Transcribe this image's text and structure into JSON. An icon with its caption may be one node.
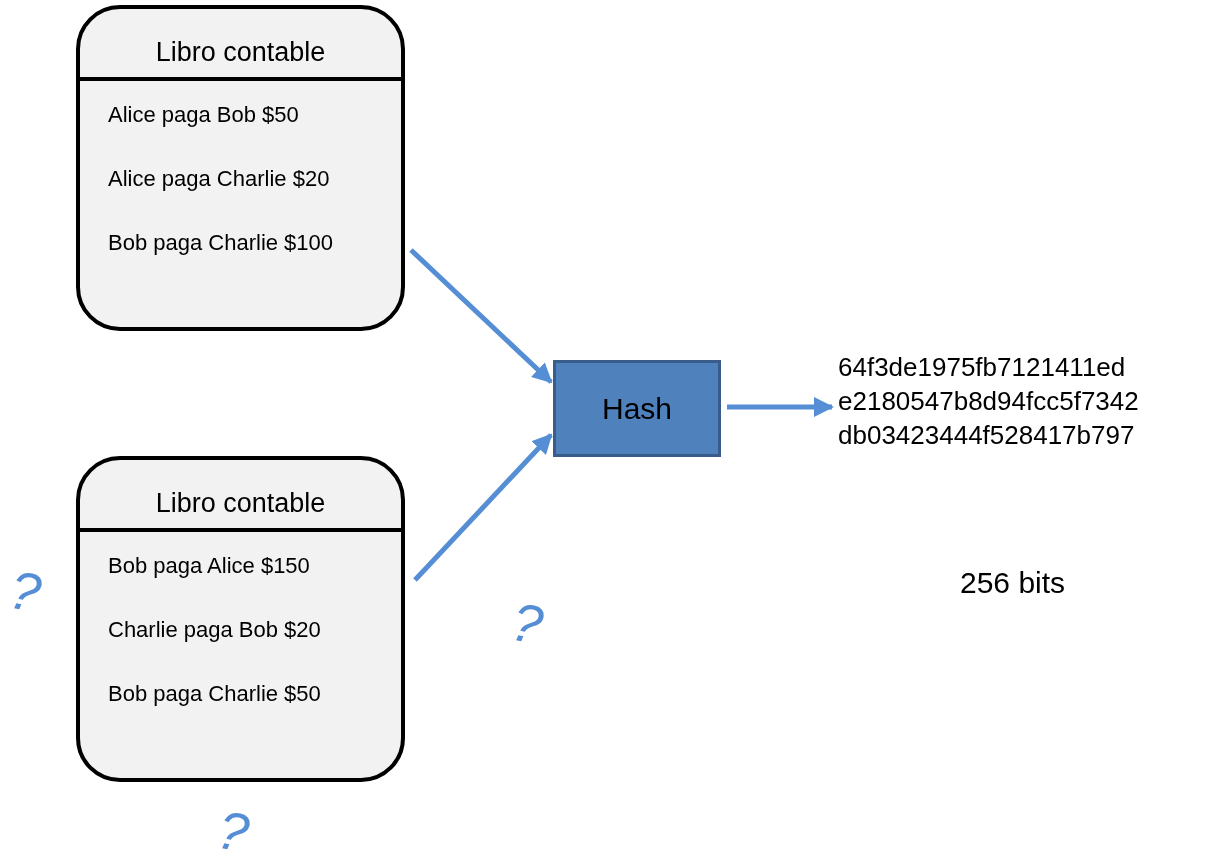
{
  "diagram": {
    "nodes": [
      {
        "text": [
          "Libro contable",
          "Alice paga Bob $50",
          "Alice paga Charlie $20",
          "Bob paga Charlie $100"
        ]
      },
      {
        "text": [
          "Libro contable",
          "Bob paga Alice $150",
          "Charlie paga Bob $20",
          "Bob paga Charlie $50"
        ]
      },
      {
        "text": [
          "Hash"
        ]
      },
      {
        "text": [
          "64f3de1975fb7121411ed e2180547b8d94fcc5f7342 db03423444f528417b797"
        ]
      }
    ],
    "edges": [
      {
        "from": 0,
        "to": 2,
        "arrow": "to"
      },
      {
        "from": 1,
        "to": 2,
        "arrow": "to"
      },
      {
        "from": 2,
        "to": 3,
        "arrow": "to"
      }
    ],
    "labels": [
      "?",
      "?",
      "256 bits",
      "?"
    ]
  }
}
